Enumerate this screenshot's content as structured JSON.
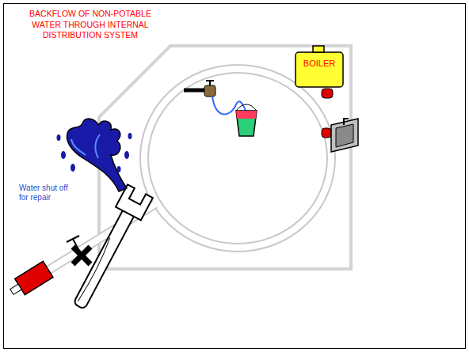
{
  "diagram": {
    "title": "BACKFLOW OF NON-POTABLE WATER THROUGH INTERNAL DISTRIBUTION SYSTEM",
    "nodes": [
      {
        "text": [
          "BOILER"
        ]
      }
    ],
    "labels": [
      "Water shut off for repair"
    ]
  }
}
